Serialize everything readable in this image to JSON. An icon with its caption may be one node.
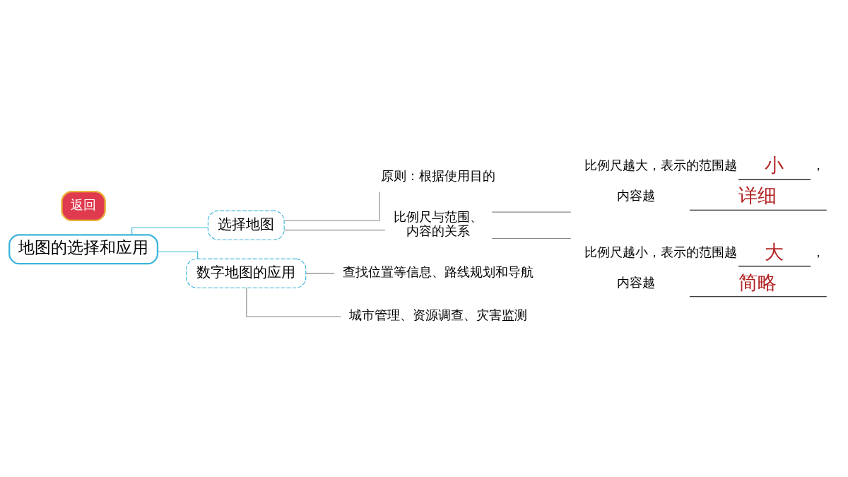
{
  "diagram": {
    "nodes": [
      {
        "text": [
          "地图的选择和应用"
        ]
      },
      {
        "text": [
          "选择地图"
        ]
      },
      {
        "text": [
          "数字地图的应用"
        ]
      },
      {
        "text": [
          "原则：根据使用目的"
        ]
      },
      {
        "text": [
          "比例尺与范围、内容的关系"
        ]
      },
      {
        "text": [
          "比例尺越大，表示的范围越",
          "小",
          "，",
          "内容越",
          "详细"
        ]
      },
      {
        "text": [
          "比例尺越小，表示的范围越",
          "大",
          "，",
          "内容越",
          "简略"
        ]
      },
      {
        "text": [
          "查找位置等信息、路线规划和导航"
        ]
      },
      {
        "text": [
          "城市管理、资源调查、灾害监测"
        ]
      }
    ],
    "edges": [
      {
        "from": 0,
        "to": 1,
        "arrow": "none",
        "color": "#3cb4dc"
      },
      {
        "from": 0,
        "to": 2,
        "arrow": "none",
        "color": "#3cb4dc"
      },
      {
        "from": 1,
        "to": 3,
        "arrow": "none"
      },
      {
        "from": 1,
        "to": 4,
        "arrow": "none"
      },
      {
        "from": 4,
        "to": 5,
        "arrow": "none"
      },
      {
        "from": 4,
        "to": 6,
        "arrow": "none"
      },
      {
        "from": 2,
        "to": 7,
        "arrow": "none"
      },
      {
        "from": 2,
        "to": 8,
        "arrow": "none"
      }
    ],
    "labels": [
      "返回"
    ]
  }
}
